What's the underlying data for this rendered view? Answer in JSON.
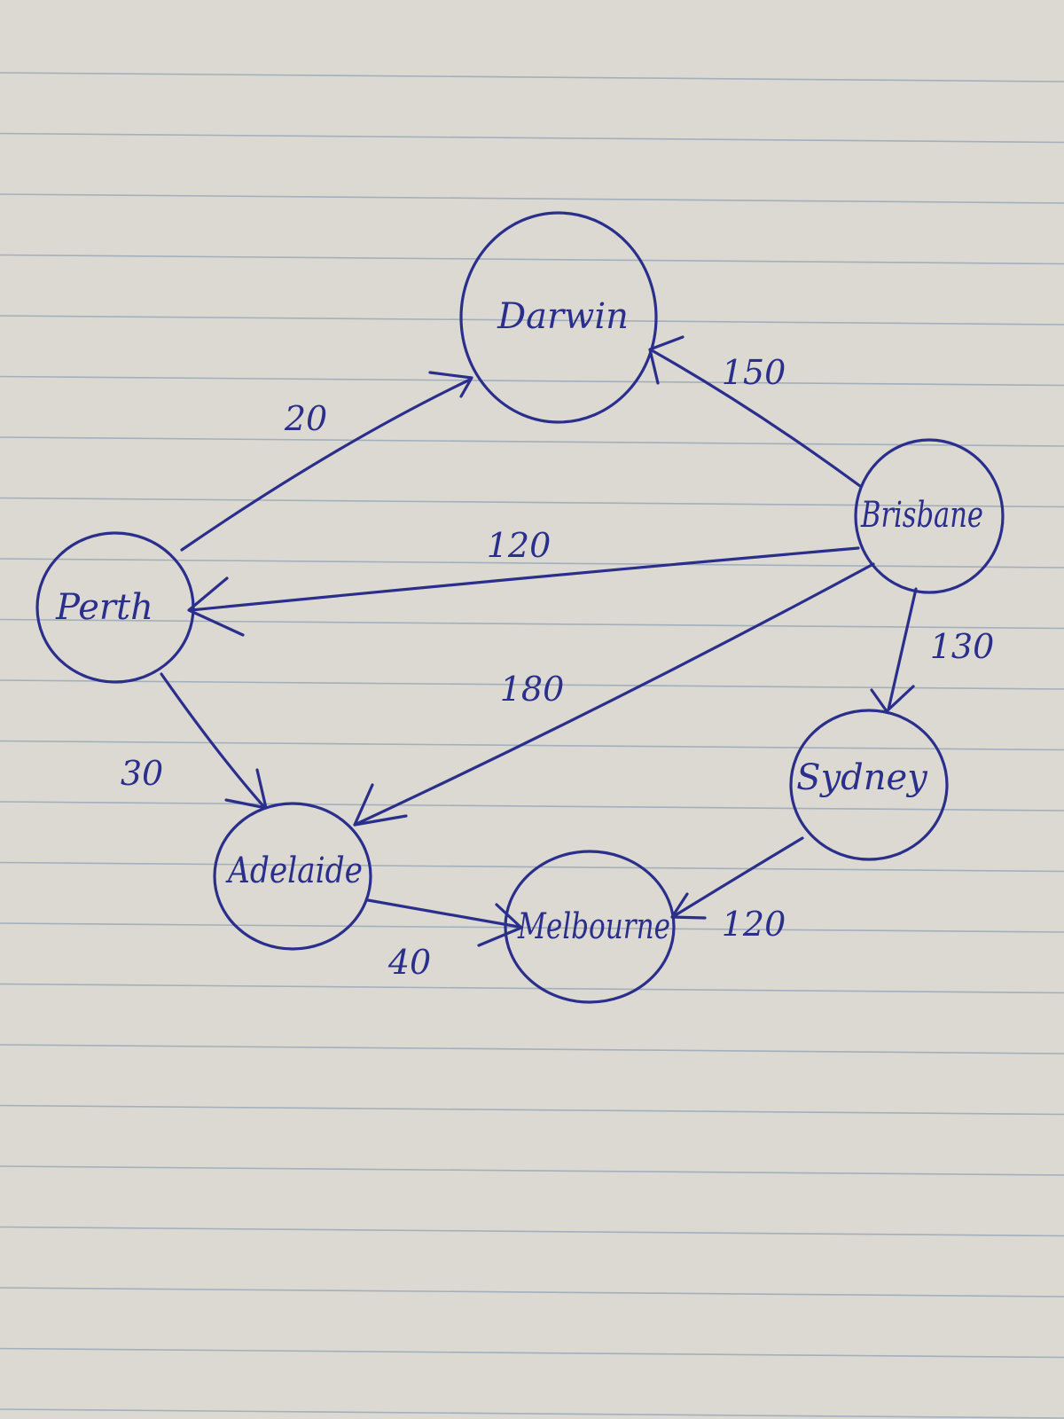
{
  "diagram": {
    "type": "directed-weighted-graph",
    "ink_color": "#2b2f8c",
    "paper_color": "#dcd9d2",
    "line_color": "#8fa3b5",
    "nodes": [
      {
        "id": "darwin",
        "label": "Darwin"
      },
      {
        "id": "brisbane",
        "label": "Brisbane"
      },
      {
        "id": "perth",
        "label": "Perth"
      },
      {
        "id": "sydney",
        "label": "Sydney"
      },
      {
        "id": "adelaide",
        "label": "Adelaide"
      },
      {
        "id": "melbourne",
        "label": "Melbourne"
      }
    ],
    "edges": [
      {
        "from": "Perth",
        "to": "Darwin",
        "weight": "20"
      },
      {
        "from": "Brisbane",
        "to": "Darwin",
        "weight": "150"
      },
      {
        "from": "Brisbane",
        "to": "Perth",
        "weight": "120"
      },
      {
        "from": "Brisbane",
        "to": "Sydney",
        "weight": "130"
      },
      {
        "from": "Brisbane",
        "to": "Adelaide",
        "weight": "180"
      },
      {
        "from": "Perth",
        "to": "Adelaide",
        "weight": "30"
      },
      {
        "from": "Adelaide",
        "to": "Melbourne",
        "weight": "40"
      },
      {
        "from": "Sydney",
        "to": "Melbourne",
        "weight": "120"
      }
    ]
  }
}
